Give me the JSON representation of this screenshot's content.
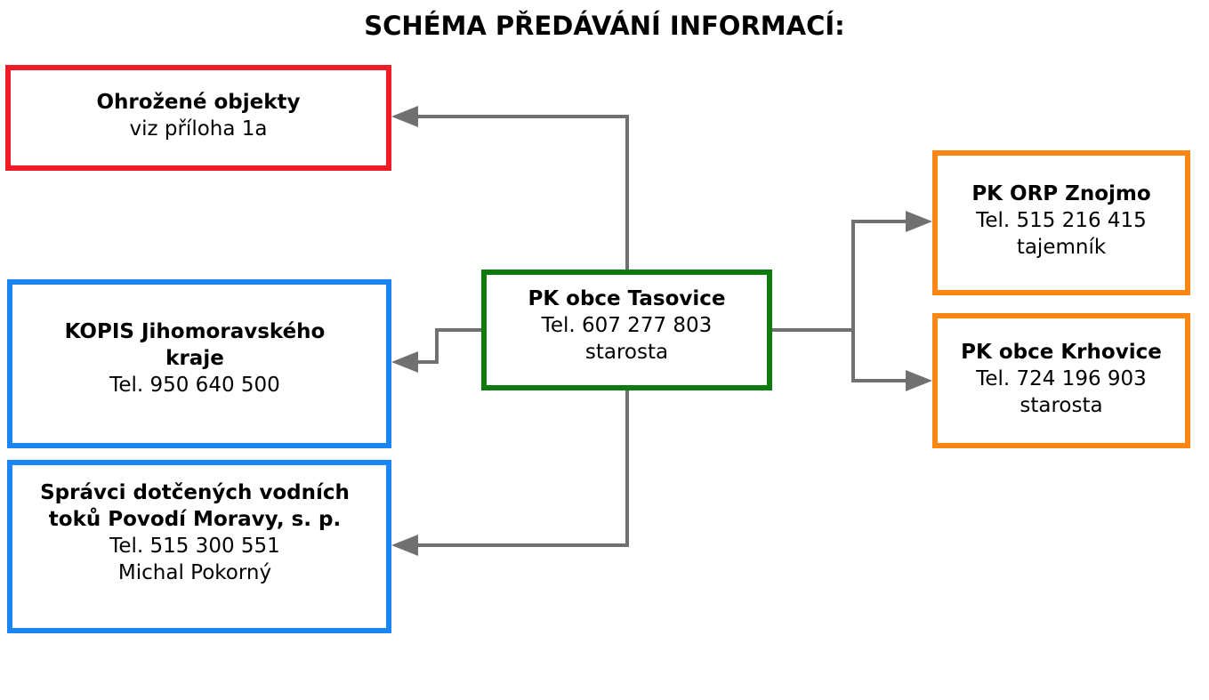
{
  "title": "SCHÉMA PŘEDÁVÁNÍ INFORMACÍ:",
  "colors": {
    "red": "#ee1c24",
    "blue": "#1b85f3",
    "green": "#0f7b0f",
    "orange": "#fb8614",
    "connector": "#707070"
  },
  "nodes": {
    "threatened": {
      "heading": "Ohrožené objekty",
      "line1": "viz příloha 1a"
    },
    "kopis": {
      "heading1": "KOPIS Jihomoravského",
      "heading2": "kraje",
      "line1": "Tel. 950 640 500"
    },
    "water": {
      "heading1": "Správci dotčených vodních",
      "heading2": "toků Povodí Moravy, s. p.",
      "line1": "Tel. 515 300 551",
      "line2": "Michal Pokorný"
    },
    "center": {
      "heading": "PK obce Tasovice",
      "line1": "Tel. 607 277 803",
      "line2": "starosta"
    },
    "orp": {
      "heading": "PK ORP Znojmo",
      "line1": "Tel. 515 216 415",
      "line2": "tajemník"
    },
    "krhovice": {
      "heading": "PK obce Krhovice",
      "line1": "Tel. 724 196 903",
      "line2": "starosta"
    }
  }
}
